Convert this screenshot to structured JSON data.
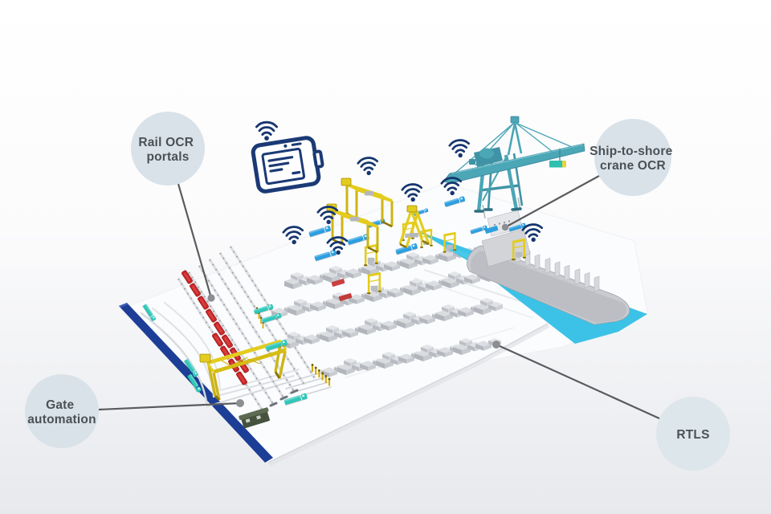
{
  "callouts": [
    {
      "id": "rail-ocr-portals",
      "line1": "Rail OCR",
      "line2": "portals"
    },
    {
      "id": "ship-to-shore-crane-ocr",
      "line1": "Ship-to-shore",
      "line2": "crane OCR"
    },
    {
      "id": "gate-automation",
      "line1": "Gate",
      "line2": "automation"
    },
    {
      "id": "rtls",
      "line1": "RTLS",
      "line2": ""
    }
  ],
  "icons": {
    "wifi": "wifi-signal-icon",
    "tablet": "tablet-device-icon"
  },
  "colors": {
    "navy": "#1b3a75",
    "wifi_navy": "#16356e",
    "bubble_fill": "#d9e2e9",
    "label_text": "#4b5156",
    "leader_line": "#595b5e",
    "leader_dot": "#8c8e91",
    "crane_teal": "#4ba6b5",
    "water_cyan": "#3cc2e6",
    "machine_yellow": "#e3cc1d",
    "truck_blue": "#2b9fe0",
    "truck_teal": "#2fc7b9",
    "train_red": "#cb2525",
    "container_gray": "#c0c3c8",
    "berth_strip_navy": "#1d3e96"
  }
}
